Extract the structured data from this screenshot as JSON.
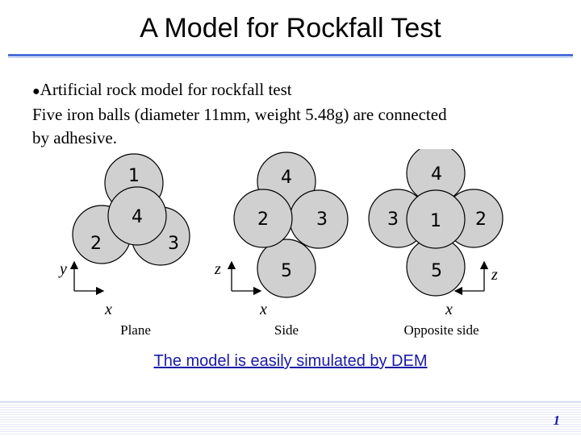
{
  "slide": {
    "title": "A Model for Rockfall Test",
    "bullet_symbol": "●",
    "line1": "Artificial rock model for rockfall test",
    "line2": "Five iron balls (diameter 11mm, weight 5.48g) are connected",
    "line3": "by adhesive.",
    "footer": "The model is easily simulated by DEM",
    "page_number": "1"
  },
  "views": {
    "plane": {
      "caption": "Plane",
      "axis_vertical": "y",
      "axis_horizontal": "x",
      "balls": [
        "1",
        "2",
        "3",
        "4"
      ]
    },
    "side": {
      "caption": "Side",
      "axis_vertical": "z",
      "axis_horizontal": "x",
      "balls": [
        "4",
        "2",
        "3",
        "5"
      ]
    },
    "opposite": {
      "caption": "Opposite side",
      "axis_vertical": "z",
      "axis_horizontal": "x",
      "balls": [
        "4",
        "3",
        "1",
        "2",
        "5"
      ]
    }
  },
  "colors": {
    "ball_fill": "#d0d0d0",
    "ball_stroke": "#000000",
    "title_rule": "#4a6fd6",
    "footer_text": "#1a1aa6"
  }
}
